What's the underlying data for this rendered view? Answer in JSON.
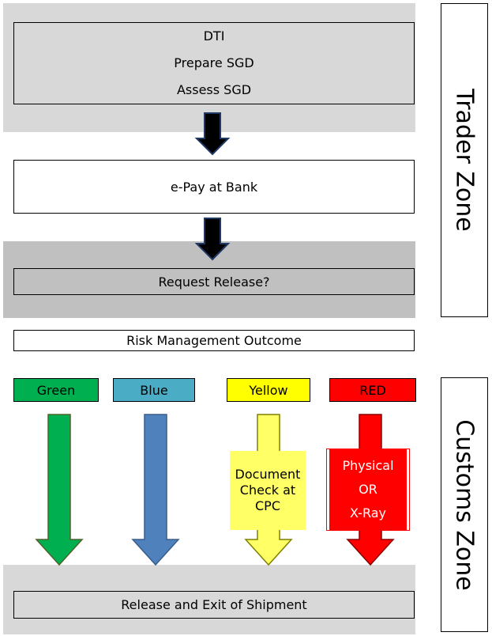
{
  "trader": {
    "top_box_lines": [
      "DTI",
      "Prepare SGD",
      "Assess SGD"
    ],
    "epay": "e-Pay at Bank",
    "request_release": "Request Release?"
  },
  "zones": {
    "trader": "Trader  Zone",
    "customs": "Customs Zone"
  },
  "risk_outcome": "Risk Management Outcome",
  "lanes": [
    {
      "label": "Green",
      "color": "#00b050",
      "arrow_color": "#00b050",
      "text": ""
    },
    {
      "label": "Blue",
      "color": "#4bacc6",
      "arrow_color": "#4f81bd",
      "text": ""
    },
    {
      "label": "Yellow",
      "color": "#ffff00",
      "arrow_color": "#ffff66",
      "text": "Document Check at CPC"
    },
    {
      "label": "RED",
      "color": "#ff0000",
      "arrow_color": "#ff0000",
      "text": "Physical OR X-Ray"
    }
  ],
  "yellow_box_lines": [
    "Document",
    "Check at",
    "CPC"
  ],
  "red_box_lines": [
    "Physical",
    "OR",
    "X-Ray"
  ],
  "release_exit": "Release and Exit of Shipment",
  "colors": {
    "band": "#d8d8d8",
    "band_dark": "#c0c0c0",
    "flow_arrow": "#000000",
    "flow_arrow_outline": "#1f3864"
  }
}
